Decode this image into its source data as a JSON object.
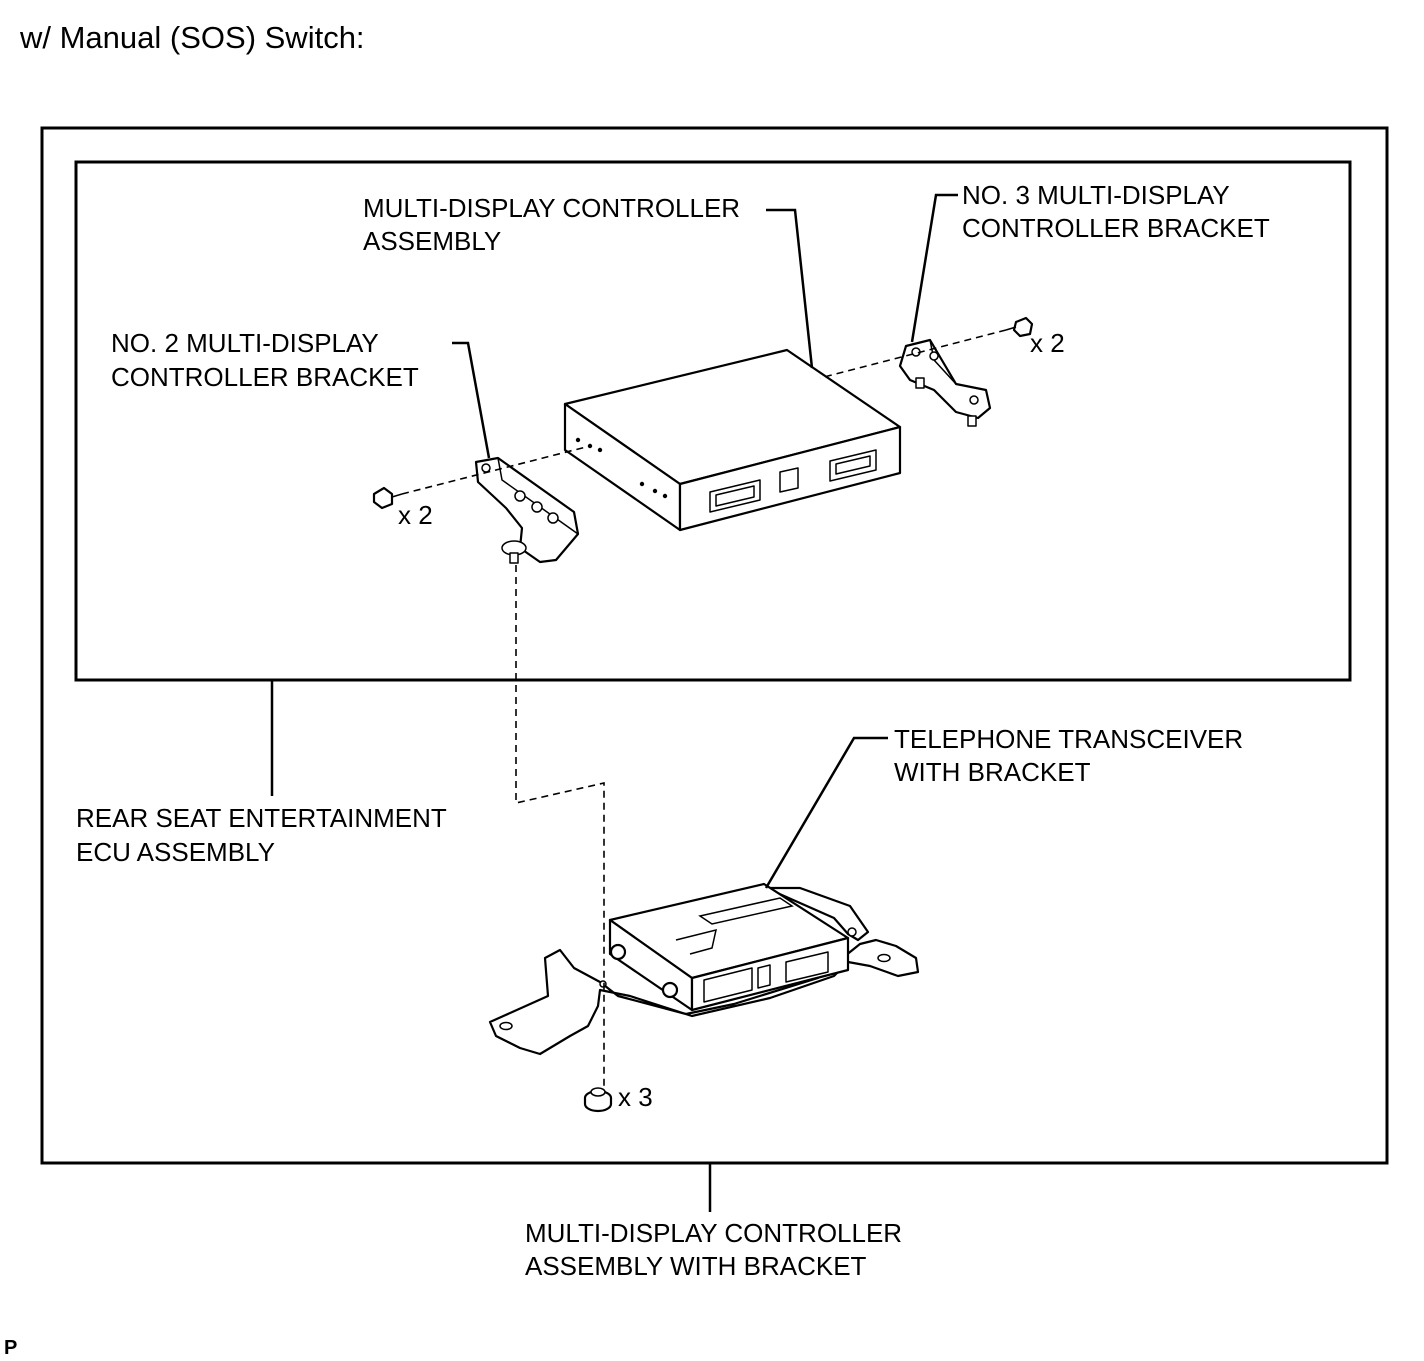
{
  "header": "w/ Manual (SOS) Switch:",
  "labels": {
    "multi_display_controller": [
      "MULTI-DISPLAY CONTROLLER",
      "ASSEMBLY"
    ],
    "no3_bracket": [
      "NO. 3 MULTI-DISPLAY",
      "CONTROLLER BRACKET"
    ],
    "no2_bracket": [
      "NO. 2 MULTI-DISPLAY",
      "CONTROLLER BRACKET"
    ],
    "rear_seat_ecu": [
      "REAR SEAT ENTERTAINMENT",
      "ECU ASSEMBLY"
    ],
    "telephone_transceiver": [
      "TELEPHONE TRANSCEIVER",
      "WITH BRACKET"
    ],
    "assembly_with_bracket": [
      "MULTI-DISPLAY CONTROLLER",
      "ASSEMBLY WITH BRACKET"
    ]
  },
  "quantities": {
    "right_bolts": "x 2",
    "left_bolts": "x 2",
    "bottom_nuts": "x 3"
  },
  "reference_mark": "P"
}
